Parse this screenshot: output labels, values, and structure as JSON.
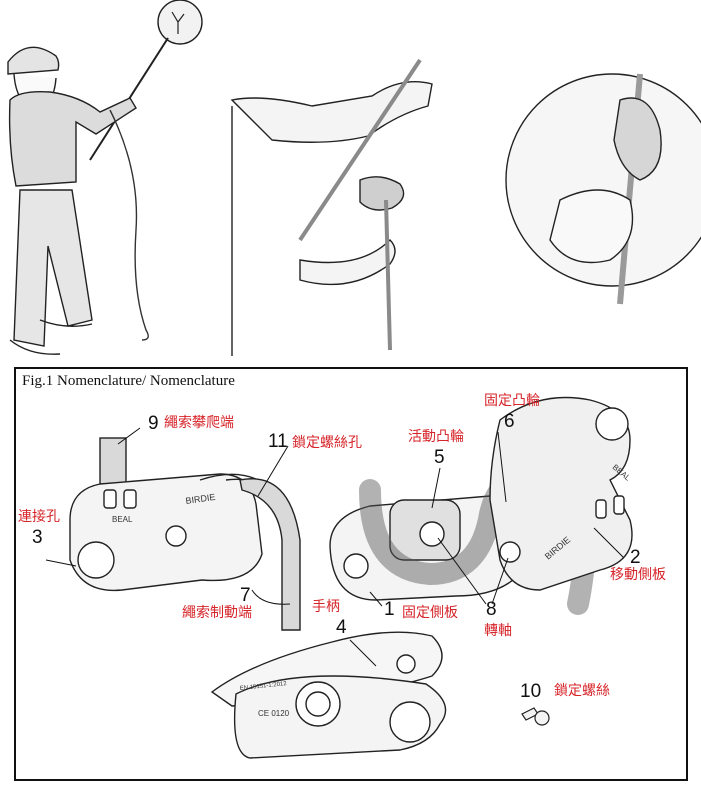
{
  "figure": {
    "title": "Fig.1 Nomenclature/ Nomenclature"
  },
  "parts": [
    {
      "num": "1",
      "label": "固定側板"
    },
    {
      "num": "2",
      "label": "移動側板"
    },
    {
      "num": "3",
      "label": "連接孔"
    },
    {
      "num": "4",
      "label": "手柄"
    },
    {
      "num": "5",
      "label": "活動凸輪"
    },
    {
      "num": "6",
      "label": "固定凸輪"
    },
    {
      "num": "7",
      "label": "繩索制動端"
    },
    {
      "num": "8",
      "label": "轉軸"
    },
    {
      "num": "9",
      "label": "繩索攀爬端"
    },
    {
      "num": "10",
      "label": "鎖定螺絲"
    },
    {
      "num": "11",
      "label": "鎖定螺絲孔"
    }
  ],
  "device_marks": {
    "brand": "BEAL",
    "model": "BIRDIE",
    "standard": "EN 15151-1:2012",
    "ce": "CE 0120"
  },
  "colors": {
    "label_red": "#d6252a",
    "ink": "#111111",
    "rope_gray": "#9a9a9a"
  }
}
